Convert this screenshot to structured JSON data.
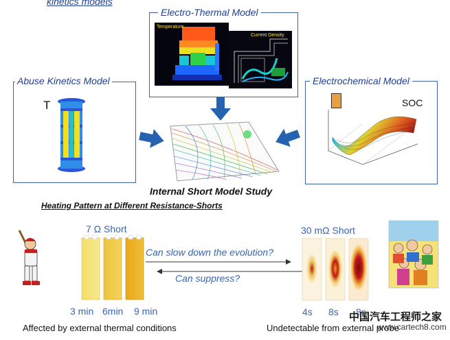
{
  "top_fragment": "kinetics models",
  "panels": {
    "electro_thermal": {
      "title": "Electro-Thermal Model",
      "left_label": "Temperature",
      "right_label": "Current Density"
    },
    "abuse_kinetics": {
      "title": "Abuse Kinetics Model",
      "t_label": "T"
    },
    "electrochemical": {
      "title": "Electrochemical Model",
      "soc_label": "SOC"
    }
  },
  "center": {
    "title": "Internal Short Model Study"
  },
  "heating": {
    "title": "Heating Pattern at Different Resistance-Shorts",
    "left_short": "7 Ω Short",
    "left_times": [
      "3 min",
      "6min",
      "9 min"
    ],
    "right_short": "30 mΩ Short",
    "right_times": [
      "4s",
      "8s",
      "8s"
    ],
    "arrow_top": "Can slow down the evolution?",
    "arrow_bottom": "Can suppress?",
    "left_caption": "Affected by external thermal conditions",
    "right_caption": "Undetectable from external probe",
    "watermark": "中国汽车工程师之家",
    "watermark_url": "www.cartech8.com"
  },
  "colors": {
    "panel_border": "#3d5fa6",
    "title_blue": "#1f3f8f",
    "arrow_blue": "#2563b0",
    "caption_blue": "#3b64b0"
  }
}
